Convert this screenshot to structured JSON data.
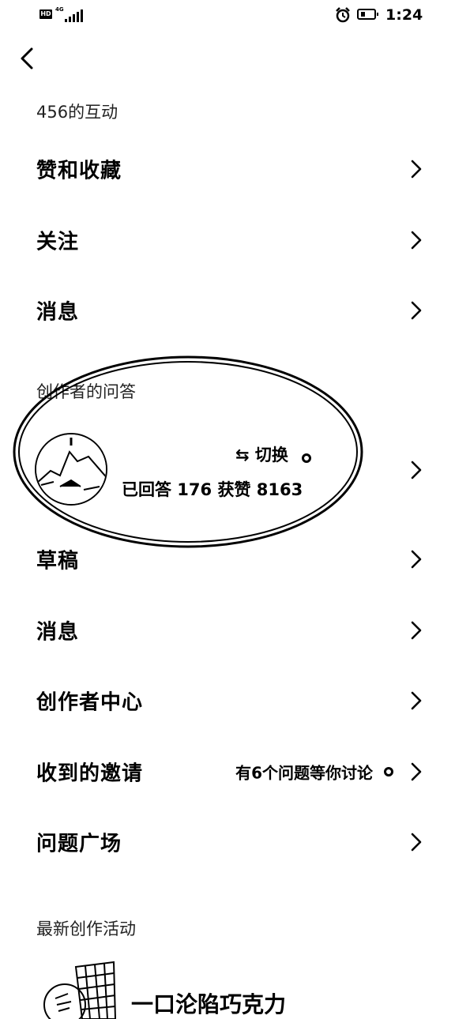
{
  "status_bar": {
    "hd": "HD",
    "network": "4G",
    "time": "1:24"
  },
  "header": {
    "back_icon": "chevron-left-icon"
  },
  "interactions": {
    "title": "456的互动",
    "items": [
      {
        "label": "赞和收藏"
      },
      {
        "label": "关注"
      },
      {
        "label": "消息"
      }
    ]
  },
  "creator_qa": {
    "title": "创作者的问答",
    "card": {
      "switch_label": "⇆ 切换",
      "stats": "已回答 176   获赞 8163"
    },
    "items": [
      {
        "label": "草稿"
      },
      {
        "label": "消息"
      },
      {
        "label": "创作者中心"
      },
      {
        "label": "收到的邀请",
        "hint": "有6个问题等你讨论"
      },
      {
        "label": "问题广场"
      }
    ]
  },
  "latest": {
    "title": "最新创作活动",
    "items": [
      {
        "title": "一口沦陷巧克力"
      }
    ]
  }
}
